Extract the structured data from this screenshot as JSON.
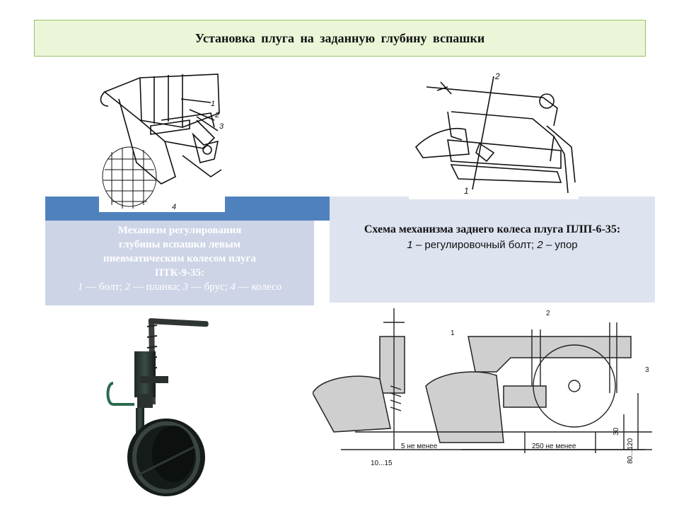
{
  "title": "Установка плуга на заданную глубину вспашки",
  "figure1": {
    "caption_heading": [
      "Механизм регулирования",
      "глубины вспашки левым",
      "пневматическим колесом плуга",
      "ПТК-9-35:"
    ],
    "caption_legend": {
      "n1": "1",
      "t1": " — болт; ",
      "n2": "2",
      "t2": " — планка; ",
      "n3": "3",
      "t3": " — брус; ",
      "n4": "4",
      "t4": " — колесо"
    },
    "labels": [
      "1",
      "2",
      "3",
      "4"
    ]
  },
  "figure2": {
    "caption_heading": "Схема механизма заднего колеса плуга ПЛП-6-35:",
    "caption_legend": {
      "n1": "1",
      "t1": " – регулировочный болт; ",
      "n2": "2",
      "t2": " – упор"
    },
    "labels": [
      "2",
      "1"
    ]
  },
  "figure4": {
    "labels": [
      "1",
      "2",
      "3"
    ],
    "dimensions": [
      "5 не менее",
      "10...15",
      "250 не менее",
      "30",
      "80...120"
    ]
  },
  "colors": {
    "title_bg": "#ebf6d8",
    "header_bar": "#4f81bd",
    "caption_left_bg": "#cdd4e6",
    "caption_right_bg": "#dde3ef"
  }
}
